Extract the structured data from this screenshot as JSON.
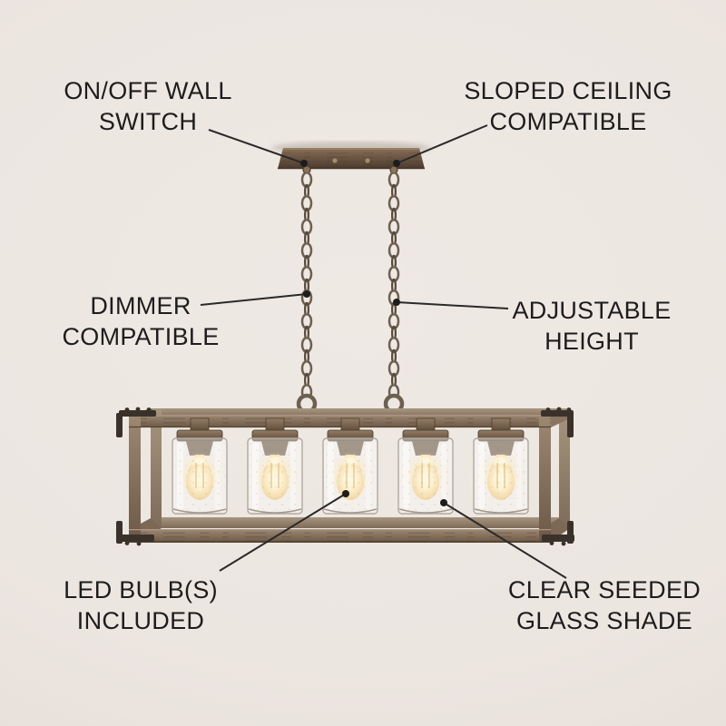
{
  "features": [
    {
      "id": "wall-switch",
      "line1": "ON/OFF WALL",
      "line2": "SWITCH"
    },
    {
      "id": "sloped-ceiling",
      "line1": "SLOPED CEILING",
      "line2": "COMPATIBLE"
    },
    {
      "id": "dimmer",
      "line1": "DIMMER",
      "line2": "COMPATIBLE"
    },
    {
      "id": "adjustable",
      "line1": "ADJUSTABLE",
      "line2": "HEIGHT"
    },
    {
      "id": "led-bulb",
      "line1": "LED BULB(S)",
      "line2": "INCLUDED"
    },
    {
      "id": "glass-shade",
      "line1": "CLEAR SEEDED",
      "line2": "GLASS SHADE"
    }
  ],
  "fixture": {
    "shade_count": 5,
    "chain_count": 2
  },
  "colors": {
    "background": "#ece6e1",
    "label_text": "#1d1d1d",
    "callout_line": "#2a2a2a",
    "wood_frame": "#8b7663",
    "wood_canopy": "#6b5644",
    "chain_metal": "#6e6050",
    "bracket_metal": "#3a322a",
    "bulb_glow": "#f6d88e",
    "glass": "#f7f5f2"
  }
}
